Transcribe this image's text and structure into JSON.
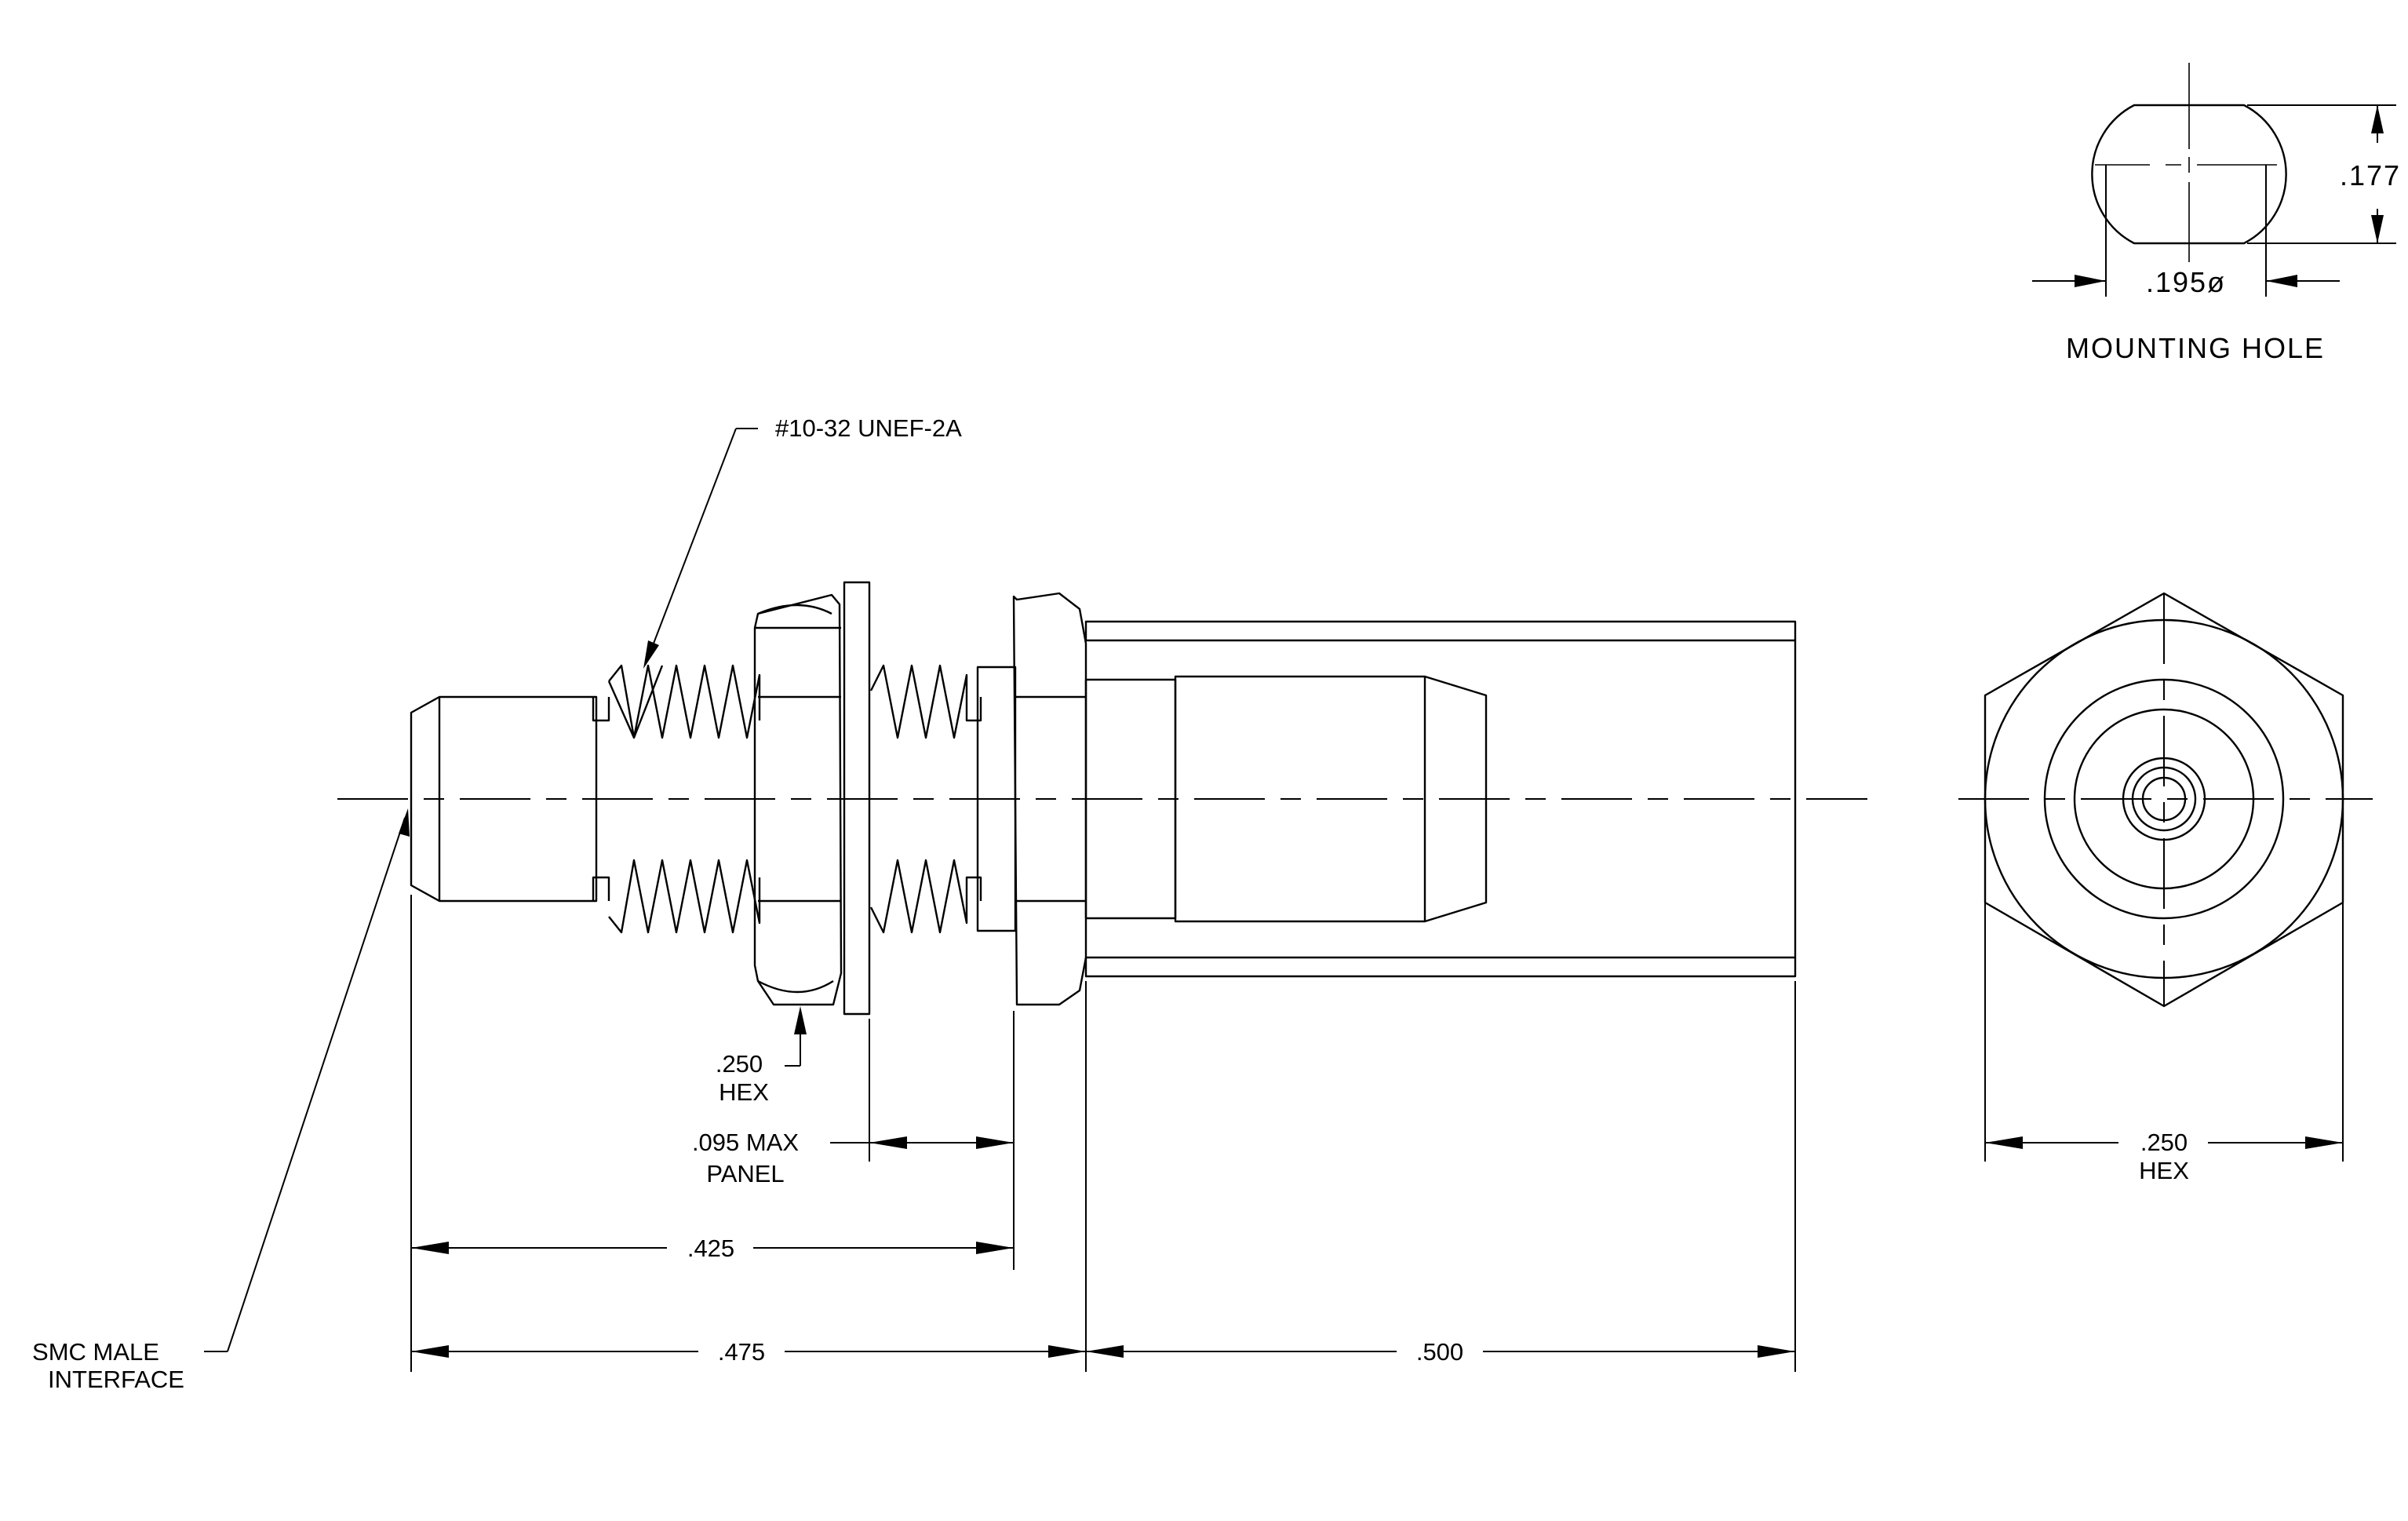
{
  "labels": {
    "thread": "#10-32 UNEF-2A",
    "hex_left_value": ".250",
    "hex_left_unit": "HEX",
    "panel_value": ".095 MAX",
    "panel_unit": "PANEL",
    "dim_425": ".425",
    "dim_475": ".475",
    "dim_500": ".500",
    "interface_line1": "SMC MALE",
    "interface_line2": "INTERFACE",
    "hex_right_value": ".250",
    "hex_right_unit": "HEX",
    "mh_height": ".177",
    "mh_diameter": ".195ø",
    "mh_title": "MOUNTING HOLE"
  }
}
